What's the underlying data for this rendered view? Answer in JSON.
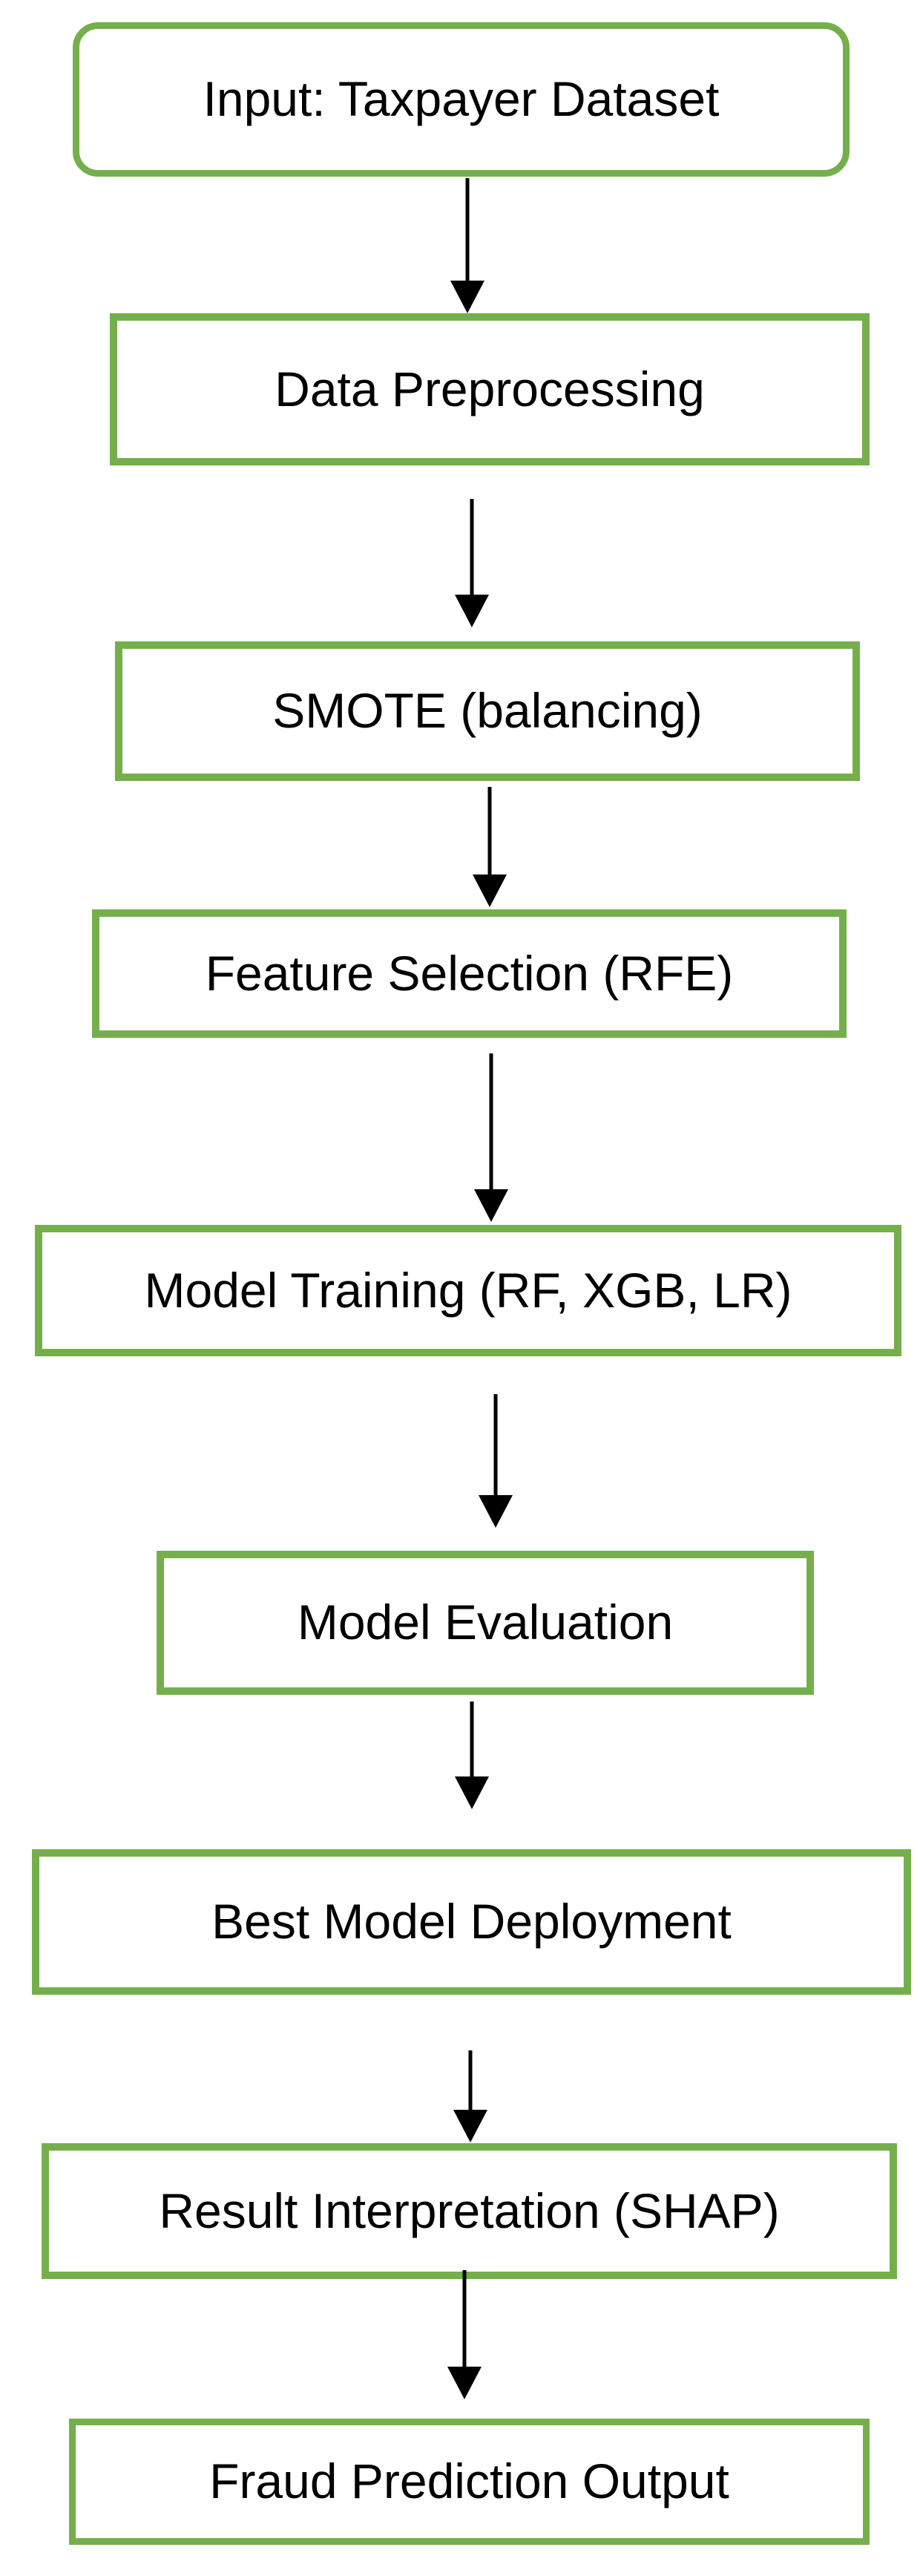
{
  "diagram": {
    "type": "flowchart",
    "direction": "top-down",
    "colors": {
      "node_border": "#75AF4C",
      "node_fill": "#FFFFFF",
      "arrow": "#000000",
      "text": "#000000",
      "background": "#FFFFFF"
    },
    "nodes": [
      {
        "id": "input",
        "label": "Input: Taxpayer Dataset",
        "shape": "rounded-rectangle"
      },
      {
        "id": "preprocessing",
        "label": "Data Preprocessing",
        "shape": "rectangle"
      },
      {
        "id": "smote",
        "label": "SMOTE (balancing)",
        "shape": "rectangle"
      },
      {
        "id": "feature_selection",
        "label": "Feature Selection (RFE)",
        "shape": "rectangle"
      },
      {
        "id": "model_training",
        "label": "Model Training (RF, XGB, LR)",
        "shape": "rectangle"
      },
      {
        "id": "model_evaluation",
        "label": "Model Evaluation",
        "shape": "rectangle"
      },
      {
        "id": "deployment",
        "label": "Best Model Deployment",
        "shape": "rectangle"
      },
      {
        "id": "interpretation",
        "label": "Result Interpretation (SHAP)",
        "shape": "rectangle"
      },
      {
        "id": "output",
        "label": "Fraud Prediction Output",
        "shape": "rectangle"
      }
    ],
    "edges": [
      {
        "from": "input",
        "to": "preprocessing"
      },
      {
        "from": "preprocessing",
        "to": "smote"
      },
      {
        "from": "smote",
        "to": "feature_selection"
      },
      {
        "from": "feature_selection",
        "to": "model_training"
      },
      {
        "from": "model_training",
        "to": "model_evaluation"
      },
      {
        "from": "model_evaluation",
        "to": "deployment"
      },
      {
        "from": "deployment",
        "to": "interpretation"
      },
      {
        "from": "interpretation",
        "to": "output"
      }
    ]
  }
}
